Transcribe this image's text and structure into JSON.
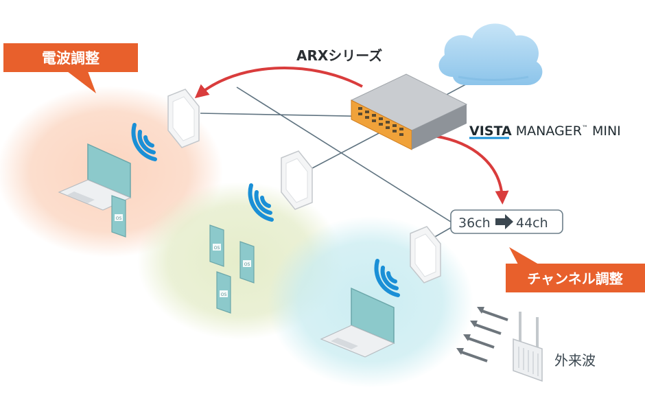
{
  "labels": {
    "radio_tuning": "電波調整",
    "channel_tuning": "チャンネル調整",
    "series": "ARXシリーズ",
    "external_waves": "外来波",
    "brand_bold": "VISTA",
    "brand_rest": " MANAGER",
    "brand_tm": "™",
    "brand_mini": " MINI"
  },
  "channel_change": {
    "from": "36ch",
    "to": "44ch"
  },
  "device_badge": "OS",
  "colors": {
    "accent_orange": "#e8602c",
    "arrow_red": "#d93c3c",
    "wifi_blue": "#1a8fd6",
    "cloud_blue": "#9ccfee",
    "zone_peach": "#fbd3bd",
    "zone_green": "#e4ecc8",
    "zone_cyan": "#c9ecf1",
    "screen_teal": "#8cc9cb"
  }
}
